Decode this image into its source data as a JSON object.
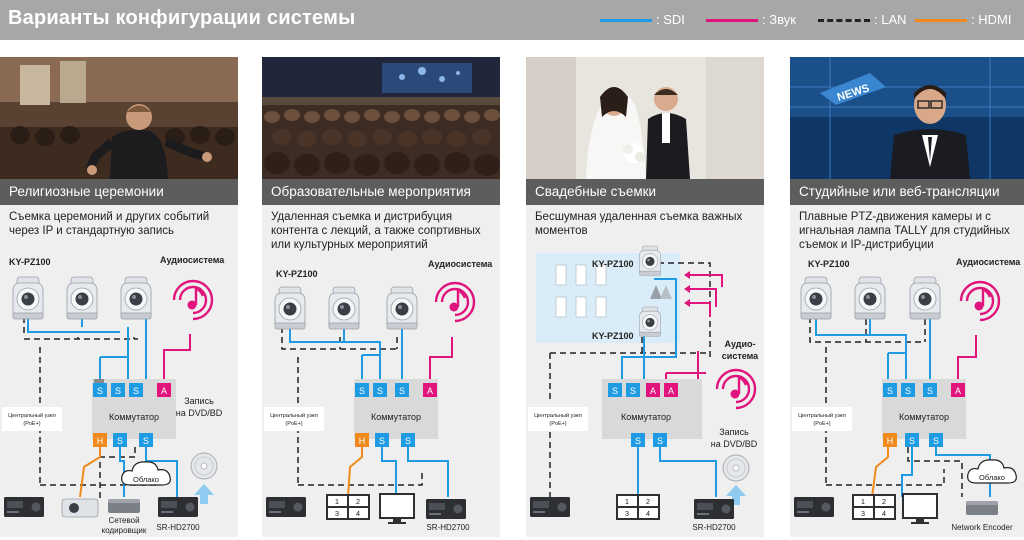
{
  "header": {
    "title": "Варианты конфигурации системы",
    "legend": [
      {
        "label": ": SDI",
        "color": "#1e9be2",
        "style": "solid"
      },
      {
        "label": ": Звук",
        "color": "#e0147c",
        "style": "solid"
      },
      {
        "label": ": LAN",
        "color": "#222222",
        "style": "dashed"
      },
      {
        "label": ": HDMI",
        "color": "#f08a1c",
        "style": "solid"
      }
    ]
  },
  "colors": {
    "sdi": "#1e9be2",
    "audio": "#e0147c",
    "lan": "#222222",
    "hdmi": "#f08a1c",
    "box": "#d9d9d9"
  },
  "common": {
    "camera_model": "KY-PZ100",
    "audio_system": "Аудиосистема",
    "switcher": "Коммутатор",
    "central_unit_line1": "Центральный узел",
    "central_unit_line2": "(PoE+)",
    "port_sdi": "S",
    "port_audio": "A",
    "port_hdmi": "H",
    "recorder": "SR-HD2700",
    "cloud": "Облако",
    "dvd_line1": "Запись",
    "dvd_line2": "на DVD/BD",
    "multiview": [
      "1",
      "2",
      "3",
      "4"
    ]
  },
  "panels": [
    {
      "title": "Религиозные церемонии",
      "description": "Съемка церемоний и других событий через IP и стандартную запись",
      "encoder_line1": "Сетевой",
      "encoder_line2": "кодировщик"
    },
    {
      "title": "Образовательные мероприятия",
      "description": "Удаленная съемка и дистрибуция контента с лекций, а также сопртивных или культурных мероприятий"
    },
    {
      "title": "Свадебные съемки",
      "description": "Бесшумная удаленная съемка важных моментов",
      "audio_line1": "Аудио-",
      "audio_line2": "система"
    },
    {
      "title": "Студийные или веб-трансляции",
      "description": "Плавные PTZ-движения камеры и с игнальная лампа TALLY для студийных съемок и IP-дистрибуции",
      "network_encoder": "Network Encoder",
      "news_sign": "NEWS"
    }
  ]
}
